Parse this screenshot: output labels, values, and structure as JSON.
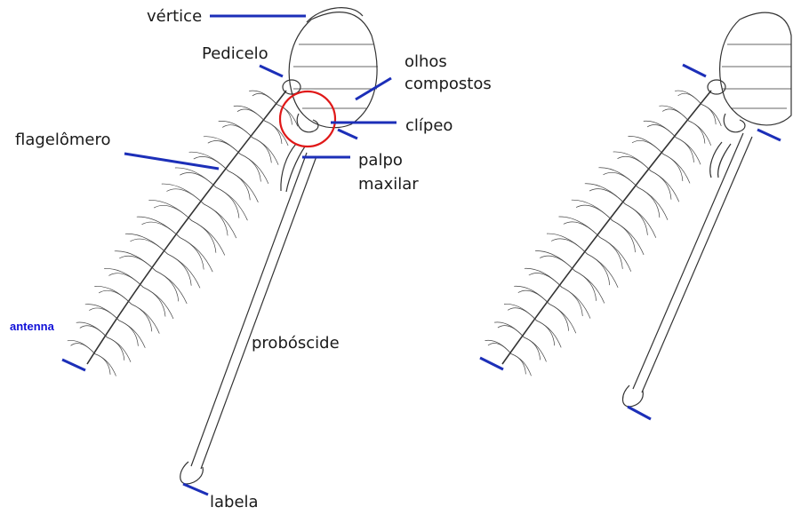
{
  "labels": {
    "vertice": "vértice",
    "pedicelo": "Pedicelo",
    "olhos_line1": "olhos",
    "olhos_line2": "compostos",
    "clipeo": "clípeo",
    "flagelomero": "flagelômero",
    "palpo_line1": "palpo",
    "palpo_line2": "maxilar",
    "antenna": "antenna",
    "proboscide": "probóscide",
    "labela": "labela"
  },
  "colors": {
    "pointer": "#1c2fb8",
    "highlight_circle": "#e01818",
    "drawing": "#333333"
  }
}
